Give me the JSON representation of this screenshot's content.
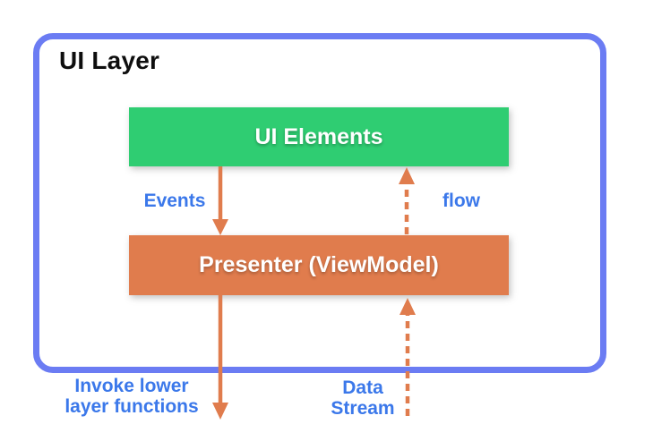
{
  "diagram": {
    "layer_title": "UI Layer",
    "boxes": {
      "ui_elements": {
        "label": "UI Elements",
        "color": "#2FCD72"
      },
      "presenter": {
        "label": "Presenter (ViewModel)",
        "color": "#E07C4D"
      }
    },
    "labels": {
      "events": "Events",
      "flow": "flow",
      "invoke_lower": "Invoke lower\nlayer functions",
      "data_stream": "Data\nStream"
    },
    "arrows": [
      {
        "name": "events-arrow",
        "style": "solid",
        "direction": "down",
        "from": "UI Elements",
        "to": "Presenter (ViewModel)"
      },
      {
        "name": "flow-arrow",
        "style": "dashed",
        "direction": "up",
        "from": "Presenter (ViewModel)",
        "to": "UI Elements"
      },
      {
        "name": "invoke-arrow",
        "style": "solid",
        "direction": "down",
        "from": "Presenter (ViewModel)",
        "to": "outside UI Layer"
      },
      {
        "name": "data-stream-arrow",
        "style": "dashed",
        "direction": "up",
        "from": "outside UI Layer",
        "to": "Presenter (ViewModel)"
      }
    ],
    "colors": {
      "layer_border": "#6B7CF3",
      "arrow": "#E07C4D",
      "label_text": "#3B78EA",
      "title_text": "#0E0E0E"
    }
  }
}
